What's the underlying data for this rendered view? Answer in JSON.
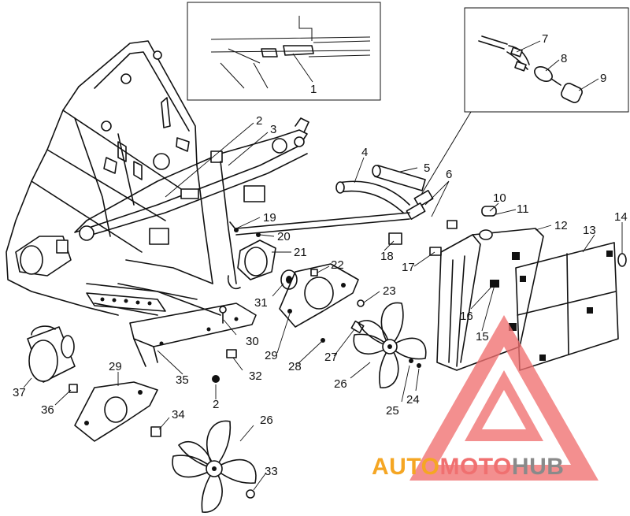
{
  "diagram": {
    "callouts": [
      {
        "id": "c1",
        "text": "1"
      },
      {
        "id": "c2a",
        "text": "2"
      },
      {
        "id": "c2b",
        "text": "2"
      },
      {
        "id": "c3",
        "text": "3"
      },
      {
        "id": "c4",
        "text": "4"
      },
      {
        "id": "c5",
        "text": "5"
      },
      {
        "id": "c6",
        "text": "6"
      },
      {
        "id": "c7",
        "text": "7"
      },
      {
        "id": "c8",
        "text": "8"
      },
      {
        "id": "c9",
        "text": "9"
      },
      {
        "id": "c10",
        "text": "10"
      },
      {
        "id": "c11",
        "text": "11"
      },
      {
        "id": "c12",
        "text": "12"
      },
      {
        "id": "c13",
        "text": "13"
      },
      {
        "id": "c14",
        "text": "14"
      },
      {
        "id": "c15",
        "text": "15"
      },
      {
        "id": "c16",
        "text": "16"
      },
      {
        "id": "c17",
        "text": "17"
      },
      {
        "id": "c18",
        "text": "18"
      },
      {
        "id": "c19",
        "text": "19"
      },
      {
        "id": "c20",
        "text": "20"
      },
      {
        "id": "c21",
        "text": "21"
      },
      {
        "id": "c22",
        "text": "22"
      },
      {
        "id": "c23",
        "text": "23"
      },
      {
        "id": "c24",
        "text": "24"
      },
      {
        "id": "c25",
        "text": "25"
      },
      {
        "id": "c26a",
        "text": "26"
      },
      {
        "id": "c26b",
        "text": "26"
      },
      {
        "id": "c27",
        "text": "27"
      },
      {
        "id": "c28",
        "text": "28"
      },
      {
        "id": "c29a",
        "text": "29"
      },
      {
        "id": "c29b",
        "text": "29"
      },
      {
        "id": "c30",
        "text": "30"
      },
      {
        "id": "c31",
        "text": "31"
      },
      {
        "id": "c32",
        "text": "32"
      },
      {
        "id": "c33",
        "text": "33"
      },
      {
        "id": "c34",
        "text": "34"
      },
      {
        "id": "c35",
        "text": "35"
      },
      {
        "id": "c36",
        "text": "36"
      },
      {
        "id": "c37",
        "text": "37"
      }
    ]
  },
  "watermark": {
    "part1": "AUTO",
    "part2": "MOTO",
    "part3": "HUB",
    "color_orange": "#f5a623",
    "color_red": "#f07070",
    "color_gray": "#8a8a8a"
  }
}
